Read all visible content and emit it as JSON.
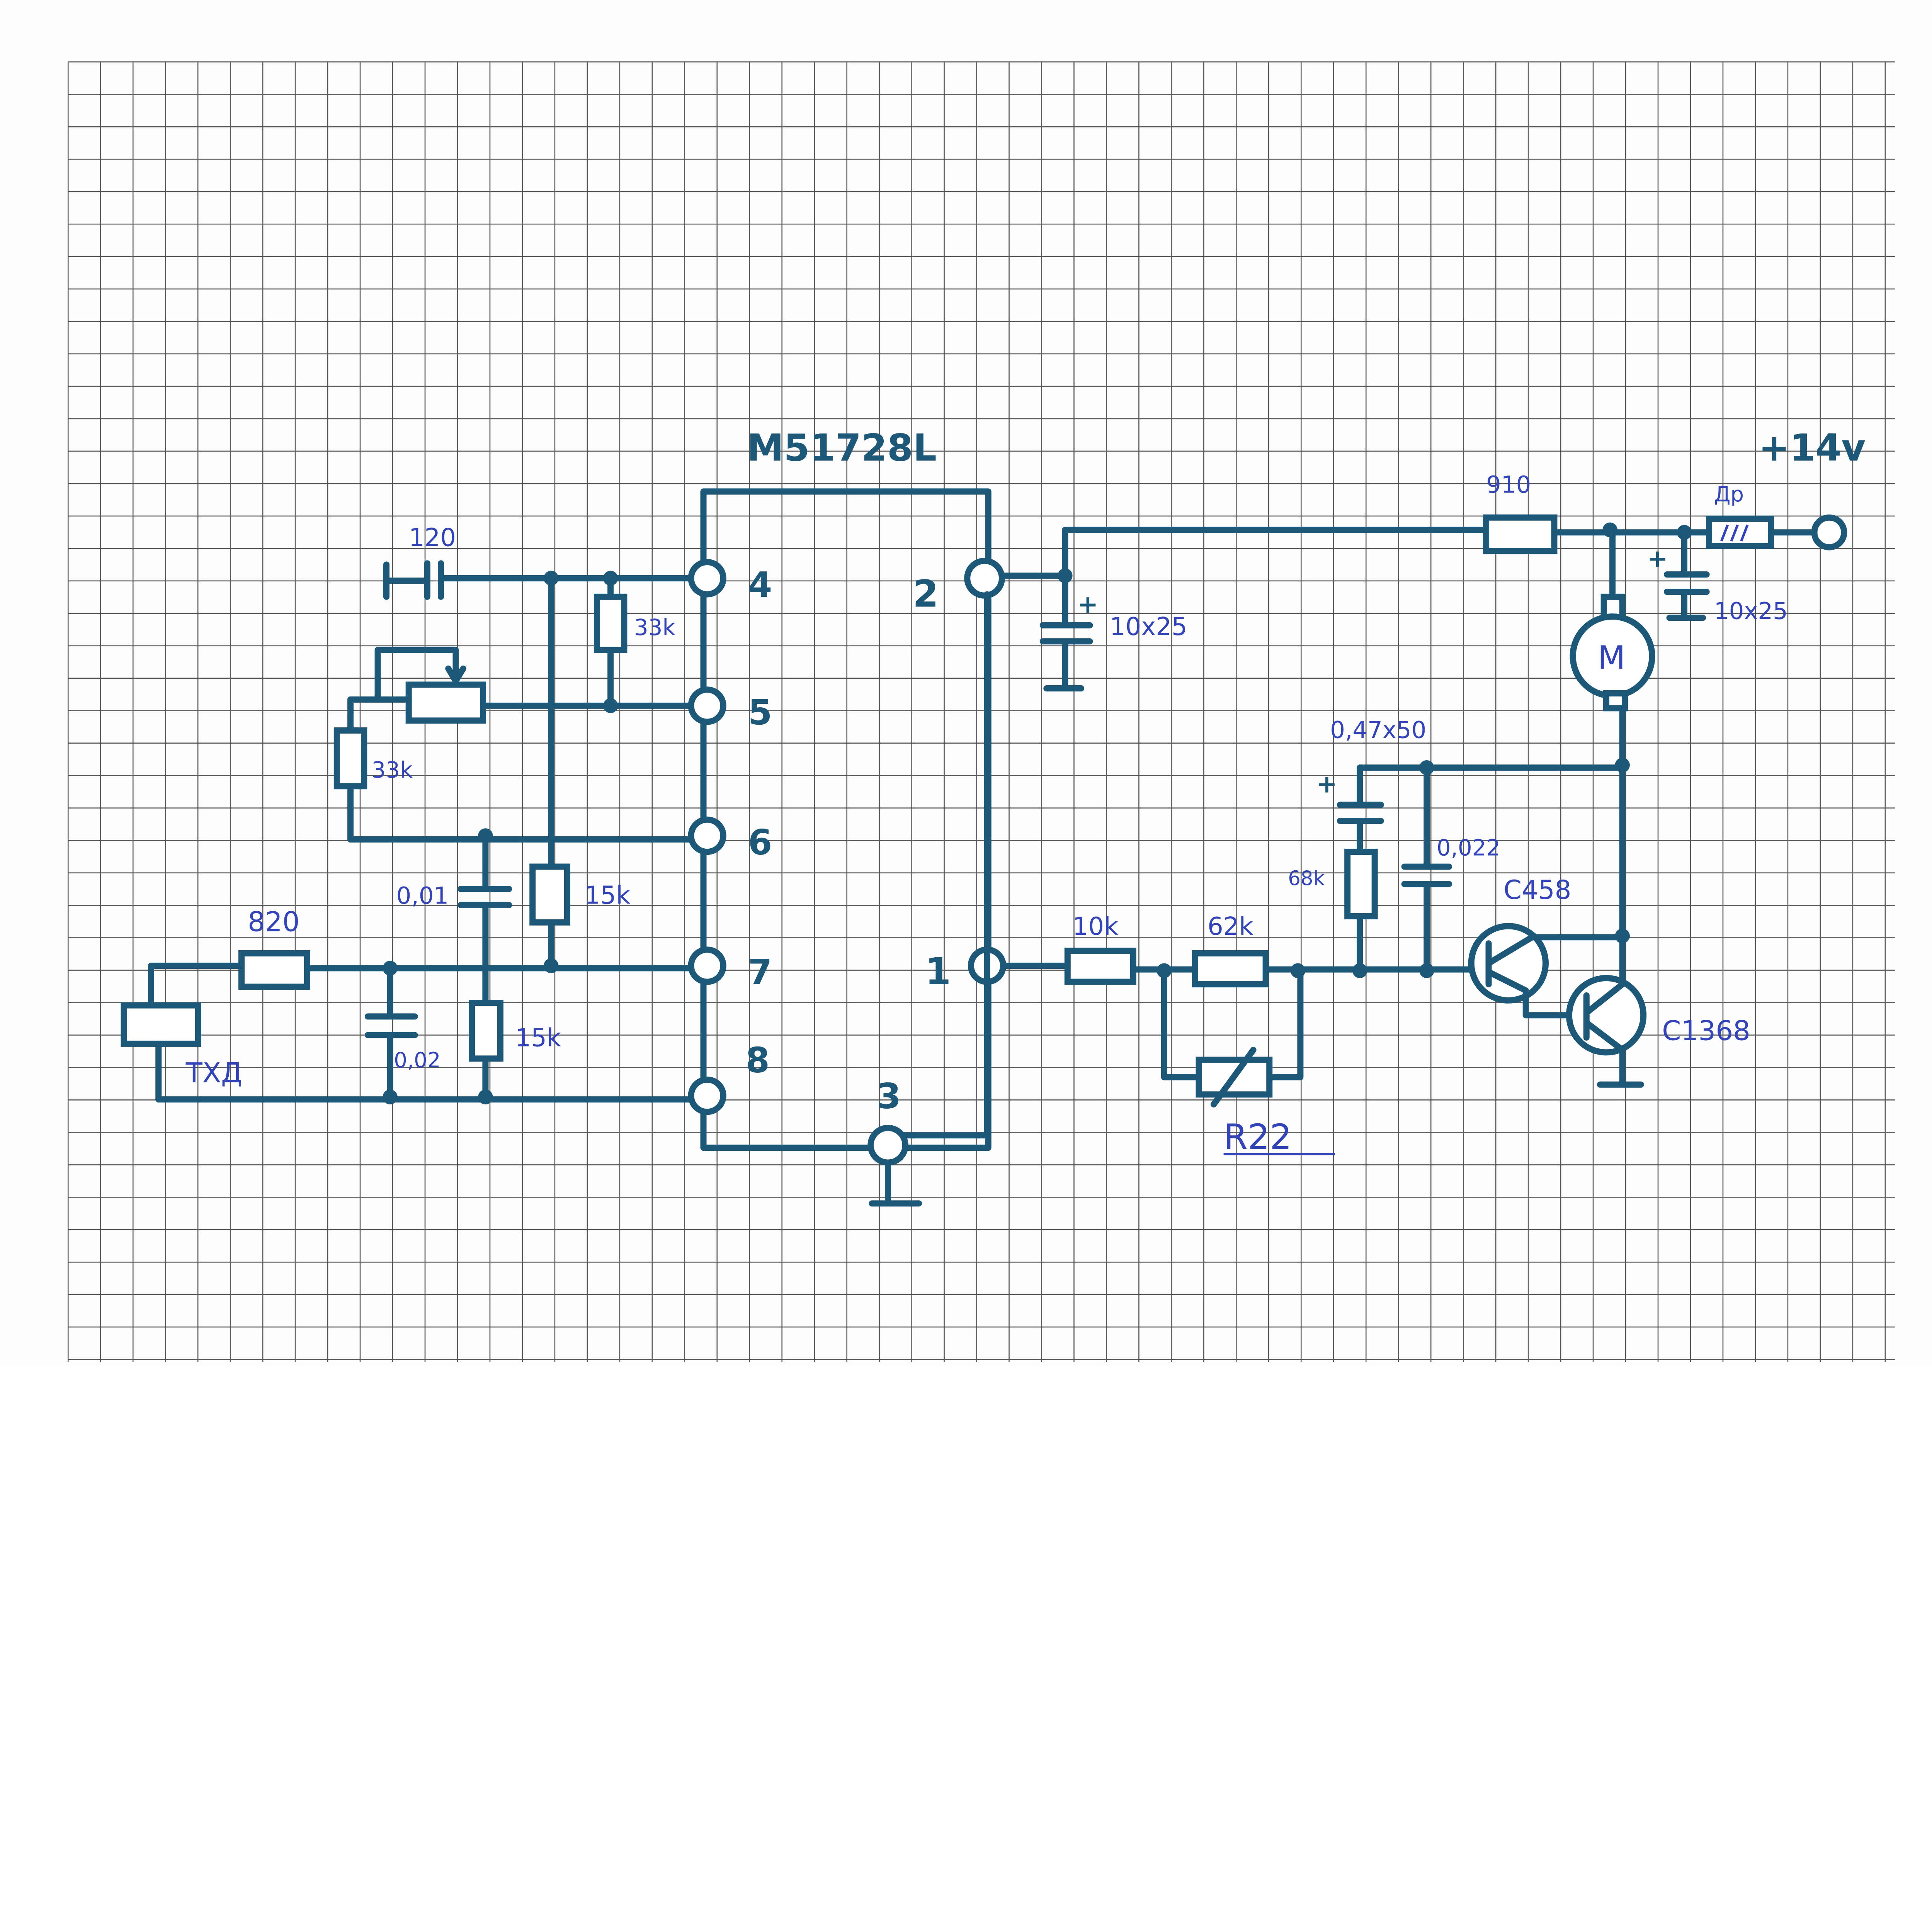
{
  "diagram": {
    "ic": {
      "name": "M51728L",
      "pins": [
        "4",
        "5",
        "6",
        "7",
        "8",
        "2",
        "1",
        "3"
      ]
    },
    "supply": "+14v",
    "labels": {
      "c_120": "120",
      "r_33k_top": "33k",
      "r_33k_left": "33k",
      "c_001": "0,01",
      "r_15k_upper": "15k",
      "r_15k_lower": "15k",
      "r_820": "820",
      "c_002": "0,02",
      "sensor": "ТХД",
      "c_10x25_left": "10x25",
      "r_910": "910",
      "choke": "Др",
      "c_10x25_right": "10x25",
      "motor": "M",
      "c_047x50": "0,47x50",
      "c_0022": "0,022",
      "r_68k": "68k",
      "r_10k": "10k",
      "r_62k": "62k",
      "r_22": "R22",
      "q1": "C458",
      "q2": "C1368"
    },
    "colors": {
      "wire": "#1e5878",
      "handwriting": "#3344b8",
      "grid": "#555555",
      "paper": "#fdfdfd"
    }
  }
}
